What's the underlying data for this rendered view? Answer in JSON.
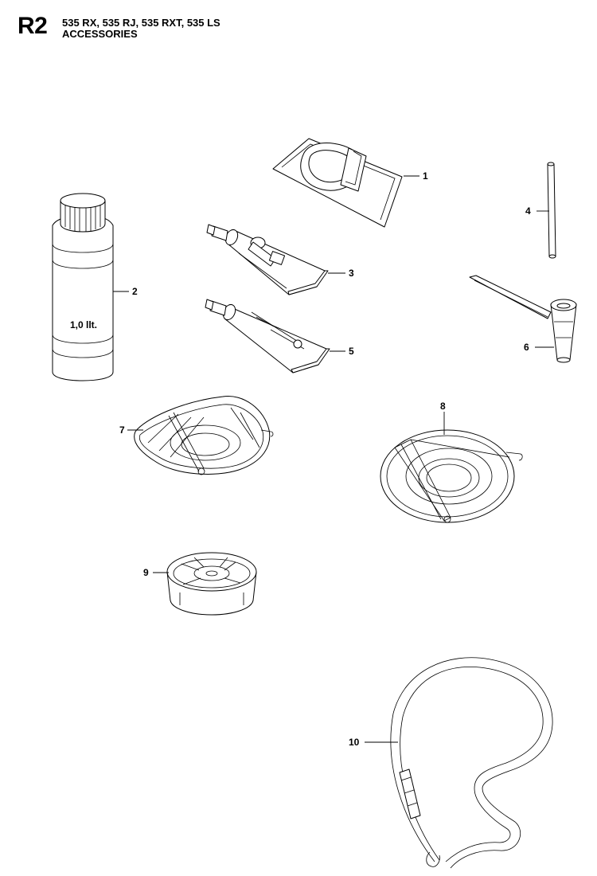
{
  "header": {
    "page_code": "R2",
    "models": "535 RX, 535 RJ, 535 RXT, 535 LS",
    "section": "ACCESSORIES"
  },
  "parts": [
    {
      "number": "1"
    },
    {
      "number": "2",
      "bottle_text": "1,0 llt."
    },
    {
      "number": "3"
    },
    {
      "number": "4"
    },
    {
      "number": "5"
    },
    {
      "number": "6"
    },
    {
      "number": "7"
    },
    {
      "number": "8"
    },
    {
      "number": "9"
    },
    {
      "number": "10"
    }
  ]
}
